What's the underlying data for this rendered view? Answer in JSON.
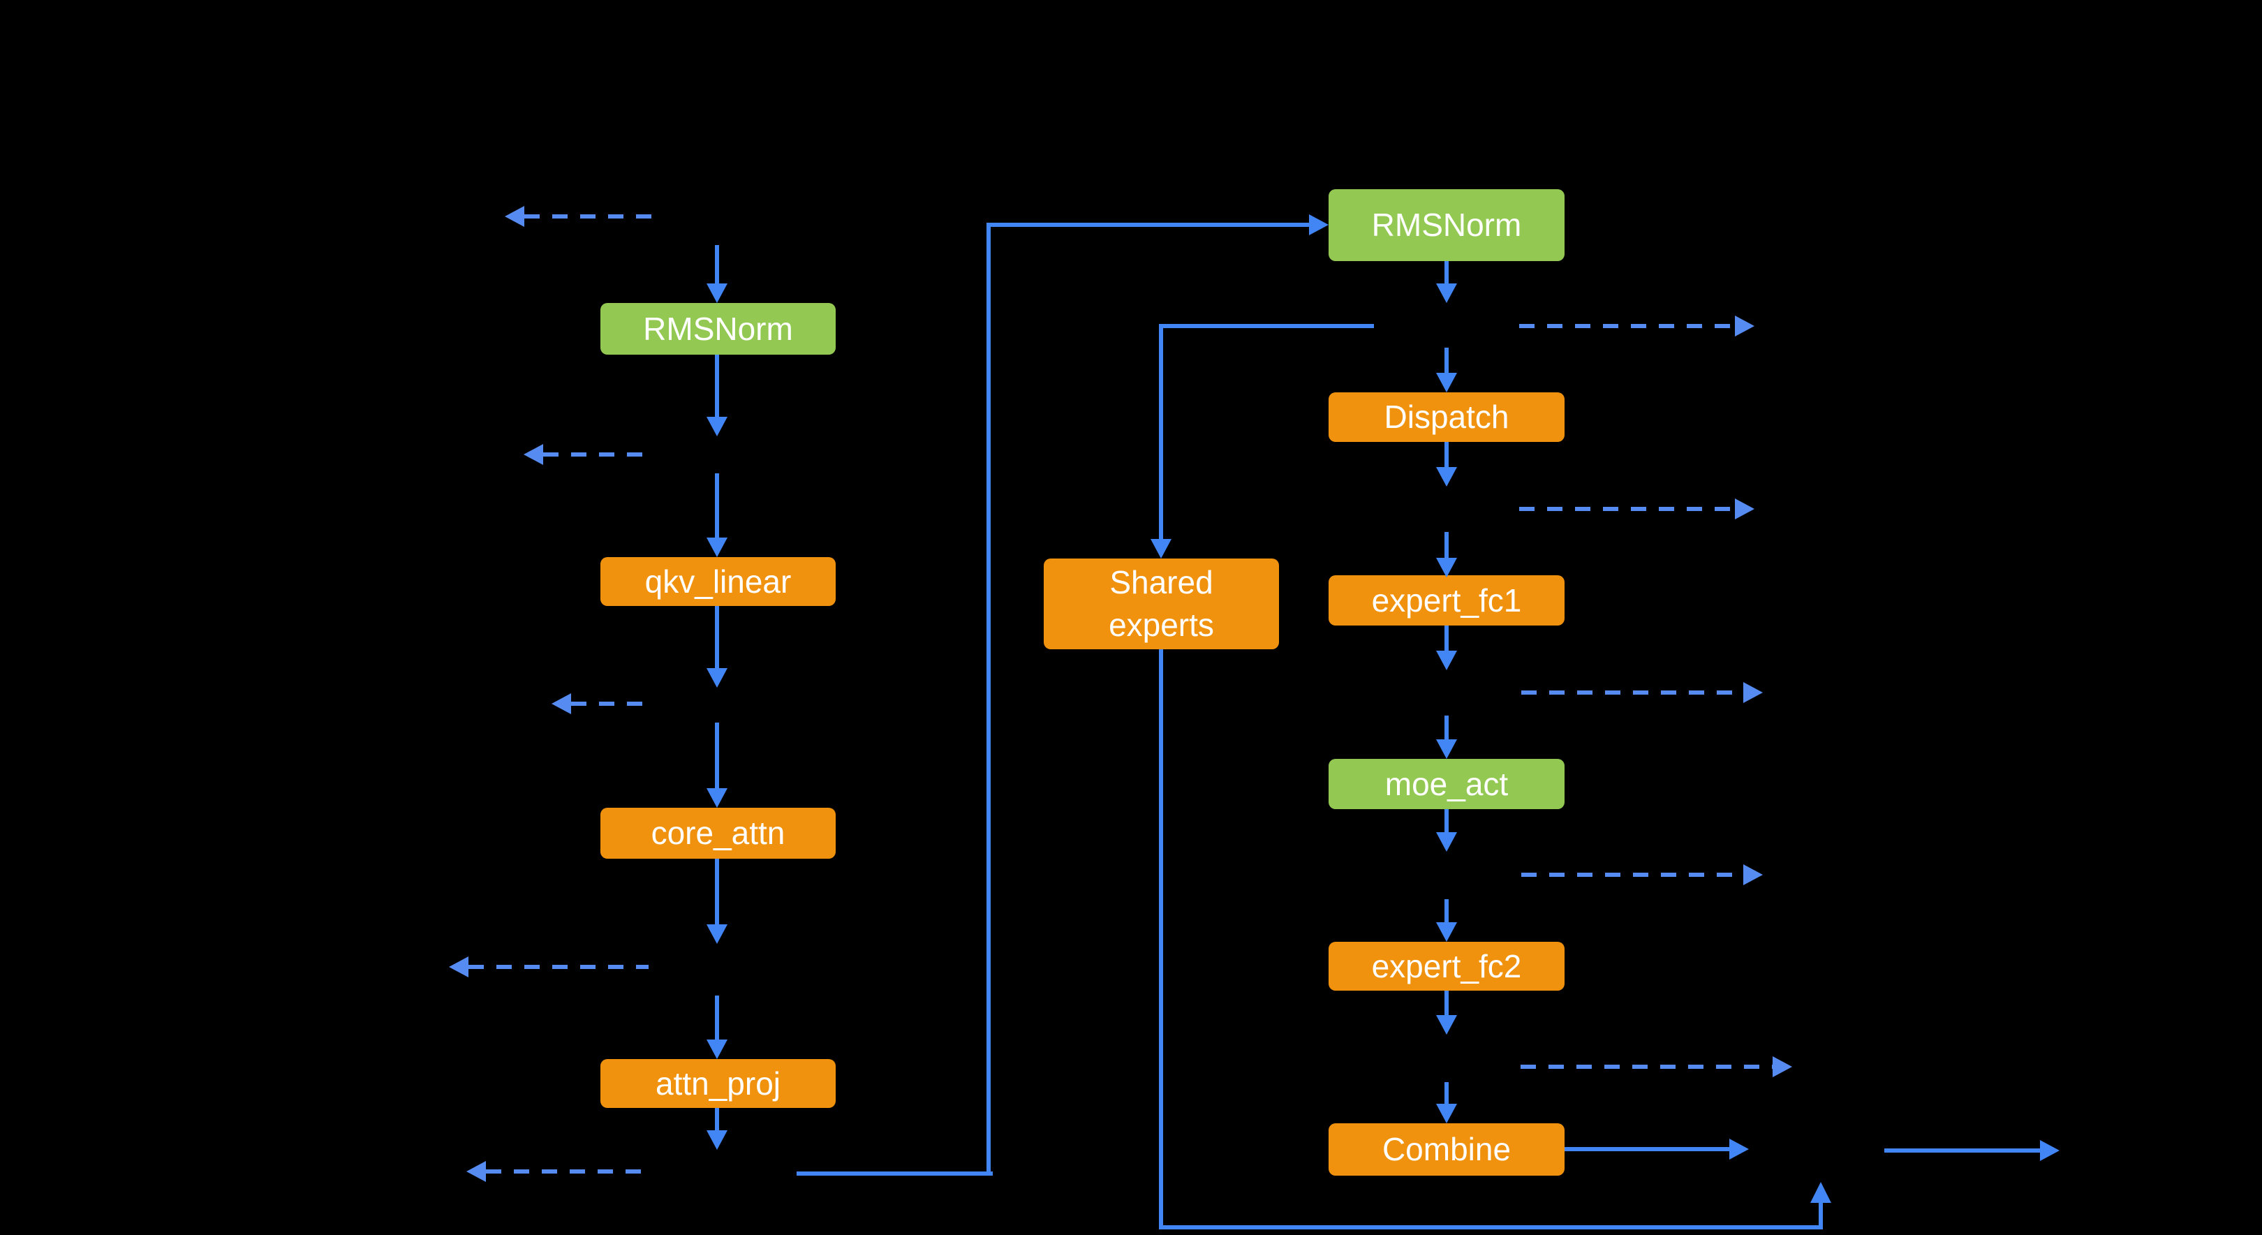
{
  "palette": {
    "bg": "#000000",
    "orange": "#F0920E",
    "green": "#93C953",
    "blue": "#4285F4",
    "blue_dashed": "#568CF2",
    "text": "#FFFFFF"
  },
  "nodes": {
    "attn_rmsnorm": {
      "label": "RMSNorm",
      "color": "green"
    },
    "qkv_linear": {
      "label": "qkv_linear",
      "color": "orange"
    },
    "core_attn": {
      "label": "core_attn",
      "color": "orange"
    },
    "attn_proj": {
      "label": "attn_proj",
      "color": "orange"
    },
    "moe_rmsnorm": {
      "label": "RMSNorm",
      "color": "green"
    },
    "dispatch": {
      "label": "Dispatch",
      "color": "orange"
    },
    "expert_fc1": {
      "label": "expert_fc1",
      "color": "orange"
    },
    "moe_act": {
      "label": "moe_act",
      "color": "green"
    },
    "expert_fc2": {
      "label": "expert_fc2",
      "color": "orange"
    },
    "combine": {
      "label": "Combine",
      "color": "orange"
    },
    "shared_experts": {
      "label": "Shared experts",
      "color": "orange"
    }
  }
}
